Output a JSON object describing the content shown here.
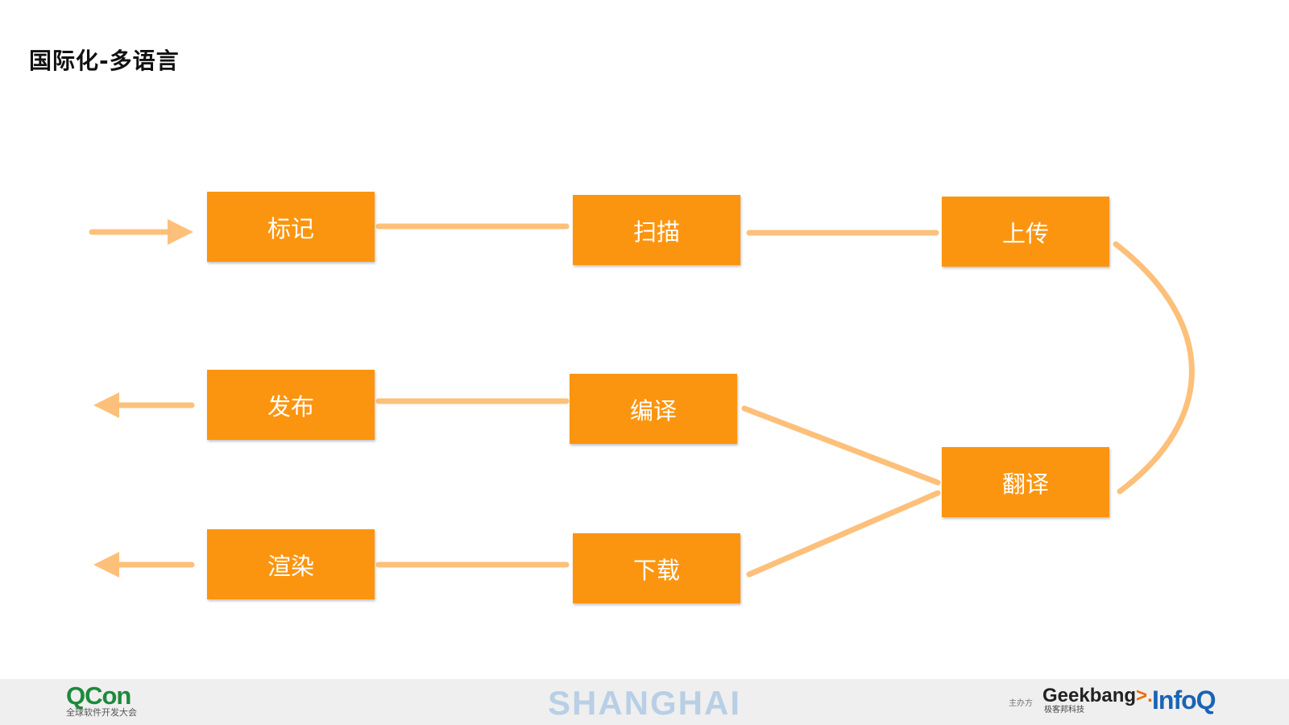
{
  "slide": {
    "title": "国际化-多语言"
  },
  "diagram": {
    "nodes": [
      {
        "id": "mark",
        "label": "标记"
      },
      {
        "id": "scan",
        "label": "扫描"
      },
      {
        "id": "upload",
        "label": "上传"
      },
      {
        "id": "publish",
        "label": "发布"
      },
      {
        "id": "compile",
        "label": "编译"
      },
      {
        "id": "translate",
        "label": "翻译"
      },
      {
        "id": "render",
        "label": "渲染"
      },
      {
        "id": "download",
        "label": "下载"
      }
    ],
    "edges": [
      {
        "from": "mark",
        "to": "scan"
      },
      {
        "from": "scan",
        "to": "upload"
      },
      {
        "from": "upload",
        "to": "translate"
      },
      {
        "from": "translate",
        "to": "compile"
      },
      {
        "from": "translate",
        "to": "download"
      },
      {
        "from": "compile",
        "to": "publish"
      },
      {
        "from": "download",
        "to": "render"
      }
    ],
    "colors": {
      "node_fill": "#fb9510",
      "node_text": "#ffffff",
      "connector": "#fdc07a"
    }
  },
  "footer": {
    "brand": "QCon",
    "brand_sub": "全球软件开发大会",
    "city": "SHANGHAI",
    "organizer_label": "主办方",
    "sponsor1": "Geekbang",
    "sponsor1_mark": ">.",
    "sponsor1_sub": "极客邦科技",
    "sponsor2": "InfoQ"
  }
}
